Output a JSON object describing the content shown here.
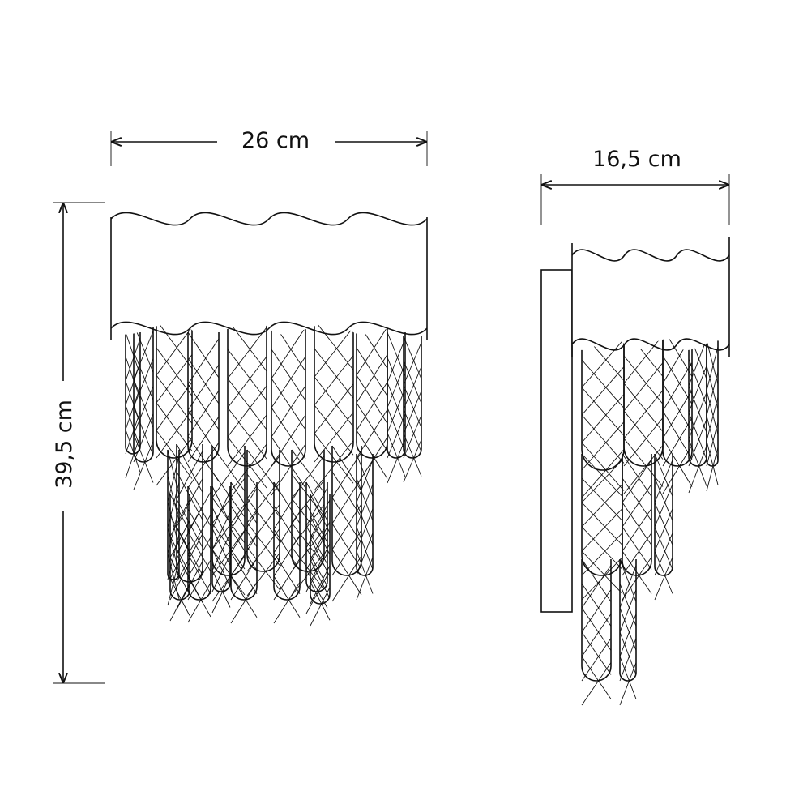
{
  "title": "Wall sconce dimension drawing",
  "dimensions": {
    "width": "26 cm",
    "depth": "16,5 cm",
    "height": "39,5 cm"
  },
  "colors": {
    "line": "#111111",
    "background": "#ffffff"
  }
}
